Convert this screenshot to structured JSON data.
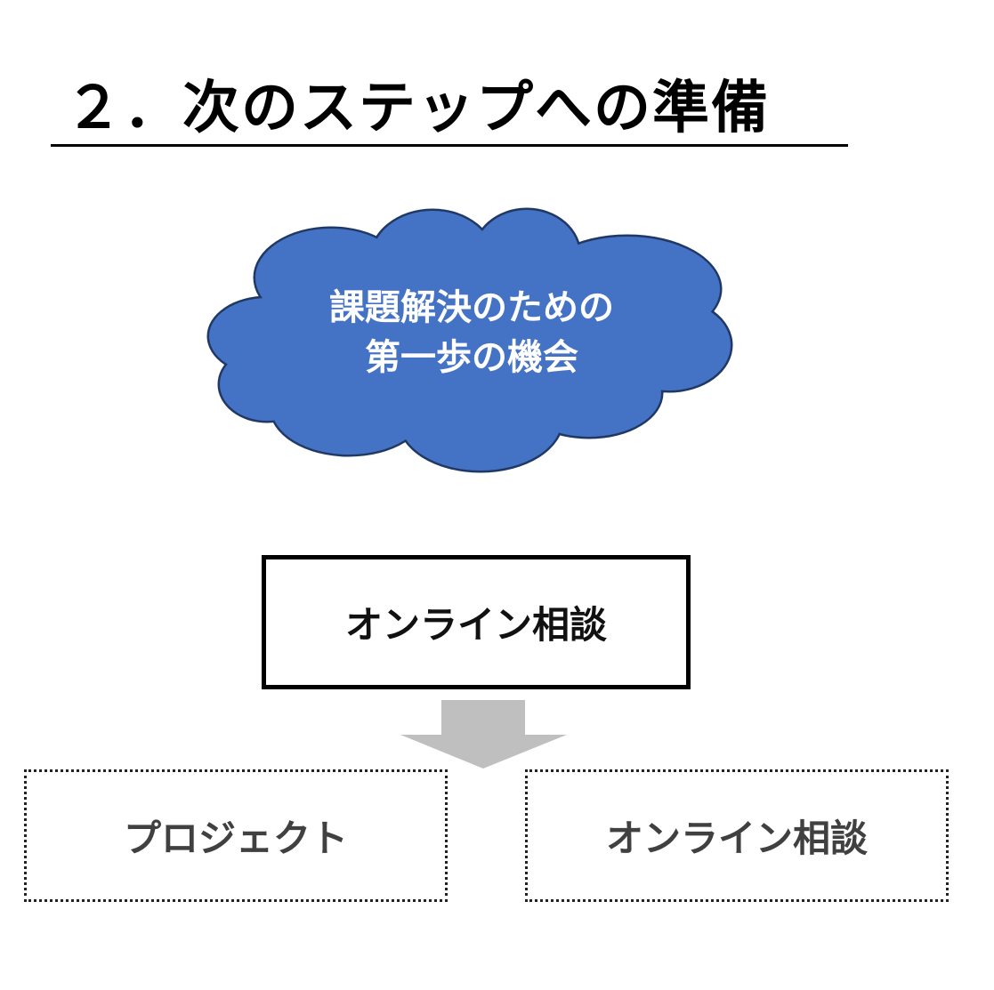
{
  "title": "２．次のステップへの準備",
  "cloud": {
    "line1": "課題解決のための",
    "line2": "第一歩の機会",
    "fill": "#4472C4",
    "stroke": "#1F3864"
  },
  "main_box": {
    "label": "オンライン相談"
  },
  "arrow": {
    "color": "#BFBFBF"
  },
  "options": [
    {
      "label": "プロジェクト"
    },
    {
      "label": "オンライン相談"
    }
  ]
}
